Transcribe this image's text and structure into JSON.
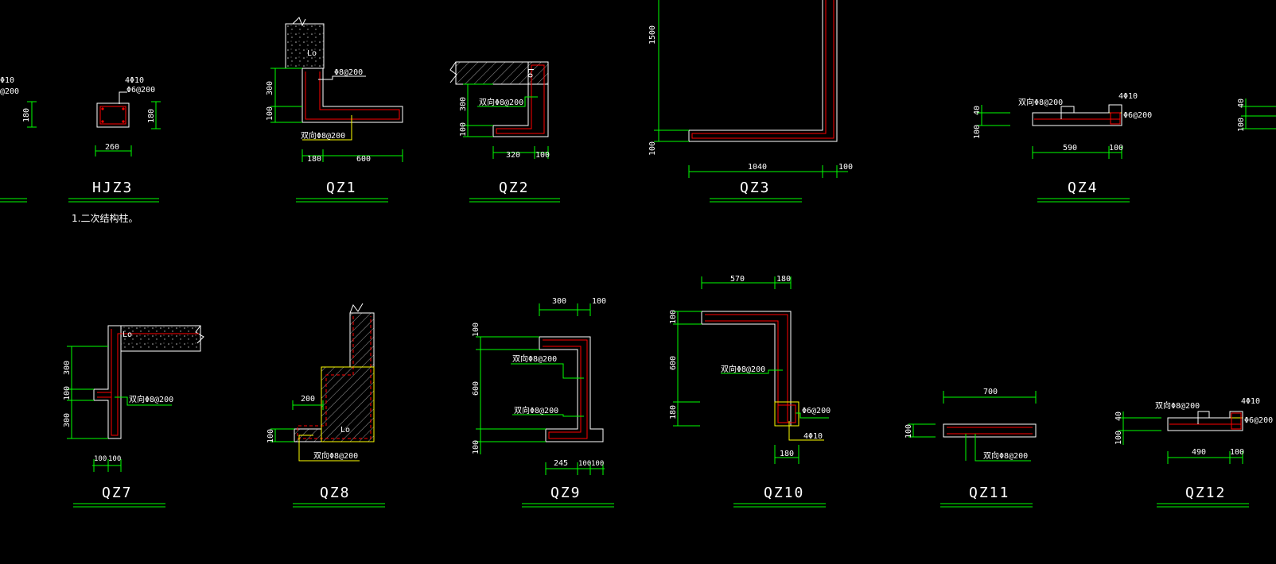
{
  "colors": {
    "background": "#000000",
    "outline": "#ffffff",
    "dimension": "#00ff00",
    "rebar": "#ff0000",
    "leader": "#ffff00",
    "hatch": "#9a9a9a"
  },
  "titles": {
    "hjz3": "HJZ3",
    "qz1": "QZ1",
    "qz2": "QZ2",
    "qz3": "QZ3",
    "qz4": "QZ4",
    "qz7": "QZ7",
    "qz8": "QZ8",
    "qz9": "QZ9",
    "qz10": "QZ10",
    "qz11": "QZ11",
    "qz12": "QZ12"
  },
  "note": "1.二次结构柱。",
  "annotations": {
    "left_4phi10": "Φ10",
    "left_phi6": "@200",
    "left_180": "180",
    "hjz3_4phi10": "4Φ10",
    "hjz3_phi6": "Φ6@200",
    "hjz3_180": "180",
    "hjz3_260": "260",
    "qz1_lo": "Lo",
    "qz1_phi8": "Φ8@200",
    "qz1_300": "300",
    "qz1_100": "100",
    "qz1_both": "双向Φ8@200",
    "qz1_180": "180",
    "qz1_600": "600",
    "qz2_lo": "Lo",
    "qz2_300": "300",
    "qz2_100": "100",
    "qz2_both": "双向Φ8@200",
    "qz2_320": "320",
    "qz2_100b": "100",
    "qz3_1500": "1500",
    "qz3_100": "100",
    "qz3_1040": "1040",
    "qz3_100b": "100",
    "qz4_both": "双向Φ8@200",
    "qz4_4phi10": "4Φ10",
    "qz4_phi6": "Φ6@200",
    "qz4_40": "40",
    "qz4_100": "100",
    "qz4_590": "590",
    "qz4_100b": "100",
    "right_40": "40",
    "right_100": "100",
    "qz7_lo": "Lo",
    "qz7_300a": "300",
    "qz7_100": "100",
    "qz7_300b": "300",
    "qz7_both": "双向Φ8@200",
    "qz7_100a": "100",
    "qz7_100b": "100",
    "qz8_200": "200",
    "qz8_100": "100",
    "qz8_lo": "Lo",
    "qz8_both": "双向Φ8@200",
    "qz9_300": "300",
    "qz9_100": "100",
    "qz9_100a": "100",
    "qz9_600": "600",
    "qz9_100b": "100",
    "qz9_both1": "双向Φ8@200",
    "qz9_both2": "双向Φ8@200",
    "qz9_245": "245",
    "qz9_100c": "100",
    "qz9_100d": "100",
    "qz10_570": "570",
    "qz10_180": "180",
    "qz10_100": "100",
    "qz10_600": "600",
    "qz10_180b": "180",
    "qz10_both": "双向Φ8@200",
    "qz10_phi6": "Φ6@200",
    "qz10_4phi10": "4Φ10",
    "qz10_180c": "180",
    "qz11_700": "700",
    "qz11_100": "100",
    "qz11_both": "双向Φ8@200",
    "qz12_both": "双向Φ8@200",
    "qz12_4phi10": "4Φ10",
    "qz12_phi6": "Φ6@200",
    "qz12_40": "40",
    "qz12_100": "100",
    "qz12_490": "490",
    "qz12_100b": "100"
  }
}
